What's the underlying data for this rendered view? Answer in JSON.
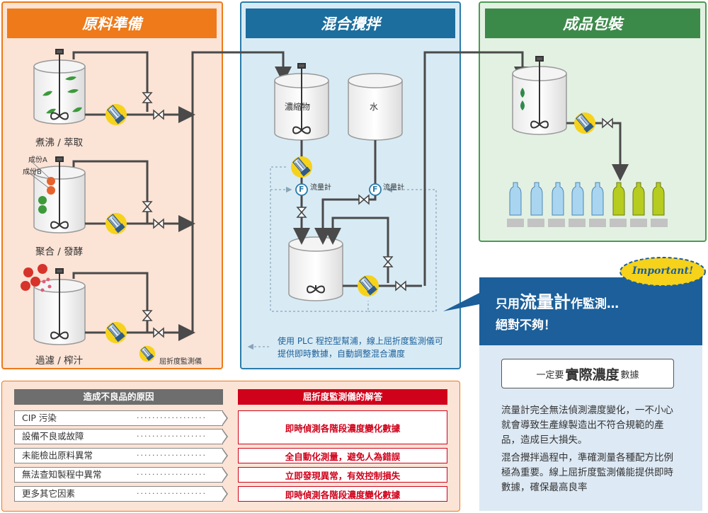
{
  "sections": {
    "prep": {
      "title": "原料準備"
    },
    "mix": {
      "title": "混合攪拌"
    },
    "pack": {
      "title": "成品包裝"
    }
  },
  "prep": {
    "tank1_label": "煮沸 / 萃取",
    "tank2_label": "聚合 / 發酵",
    "tank3_label": "過濾 / 榨汁",
    "component_a": "成份A",
    "component_b": "成份B",
    "legend_label": "屈折度監測儀"
  },
  "mix": {
    "concentrate_label": "濃縮物",
    "water_label": "水",
    "flowmeter1_label": "流量計",
    "flowmeter2_label": "流量計",
    "flowmeter_symbol": "F",
    "note": "使用 PLC 程控型幫浦，線上屈折度監測儀可提供即時數據，自動調整混合濃度"
  },
  "callout": {
    "badge": "Important!",
    "headline_pre": "只用",
    "headline_big": "流量計",
    "headline_post": "作監測…",
    "headline_line2": "絕對不夠！",
    "box_pre": "一定要",
    "box_big": "實際濃度",
    "box_post": "數據",
    "para1": "流量計完全無法偵測濃度變化，一不小心就會導致生產線製造出不符合規範的產品，造成巨大損失。",
    "para2": "混合攪拌過程中，準確測量各種配方比例極為重要。線上屈折度監測儀能提供即時數據，確保最高良率"
  },
  "table": {
    "causes_header": "造成不良品的原因",
    "solutions_header": "屈折度監測儀的解答",
    "causes": [
      "CIP 污染",
      "設備不良或故障",
      "未能檢出原料異常",
      "無法查知製程中異常",
      "更多其它因素"
    ],
    "solutions": [
      "即時偵測各階段濃度變化數據",
      "全自動化測量，避免人為錯誤",
      "立即發現異常，有效控制損失",
      "即時偵測各階段濃度變化數據"
    ]
  },
  "colors": {
    "prep": "#ee7a1a",
    "mix": "#1c6e9e",
    "pack": "#3c8a4a",
    "callout": "#1c5f9a",
    "accent_red": "#d0021b"
  },
  "icons": [
    "refractometer-icon",
    "valve-icon",
    "mixer-icon",
    "bottle-icon",
    "leaf-icon",
    "tomato-icon"
  ]
}
